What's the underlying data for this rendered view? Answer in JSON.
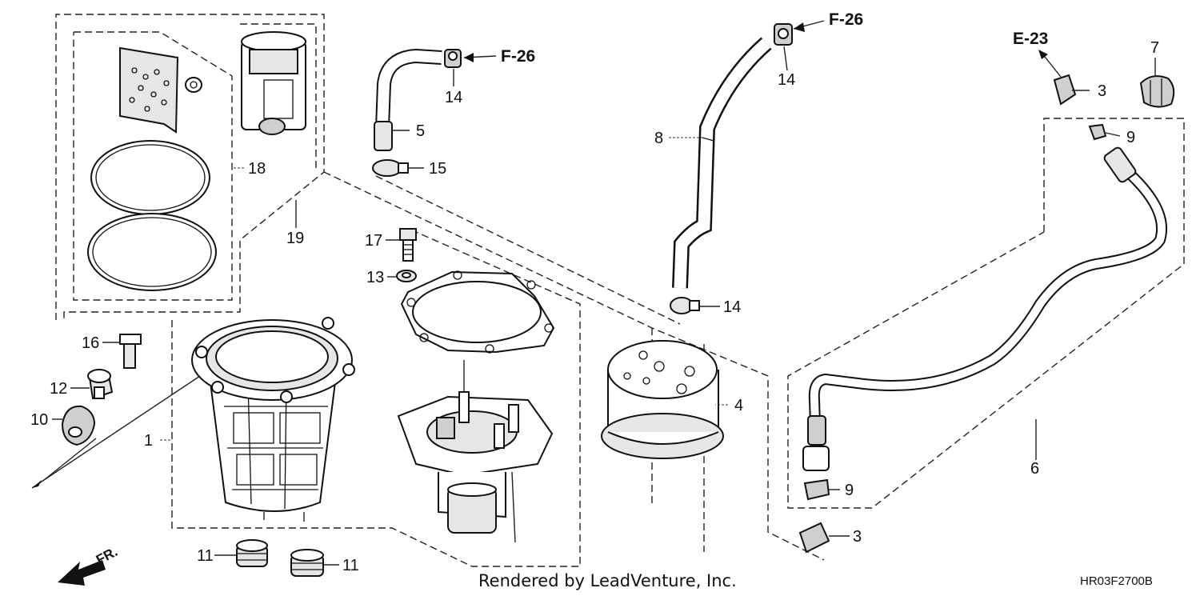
{
  "diagram": {
    "callouts": [
      {
        "id": "c1",
        "text": "1"
      },
      {
        "id": "c3a",
        "text": "3"
      },
      {
        "id": "c3b",
        "text": "3"
      },
      {
        "id": "c4",
        "text": "4"
      },
      {
        "id": "c5",
        "text": "5"
      },
      {
        "id": "c6",
        "text": "6"
      },
      {
        "id": "c7",
        "text": "7"
      },
      {
        "id": "c8",
        "text": "8"
      },
      {
        "id": "c9a",
        "text": "9"
      },
      {
        "id": "c9b",
        "text": "9"
      },
      {
        "id": "c10",
        "text": "10"
      },
      {
        "id": "c11a",
        "text": "11"
      },
      {
        "id": "c11b",
        "text": "11"
      },
      {
        "id": "c12",
        "text": "12"
      },
      {
        "id": "c13",
        "text": "13"
      },
      {
        "id": "c14a",
        "text": "14"
      },
      {
        "id": "c14b",
        "text": "14"
      },
      {
        "id": "c14c",
        "text": "14"
      },
      {
        "id": "c15",
        "text": "15"
      },
      {
        "id": "c16",
        "text": "16"
      },
      {
        "id": "c17",
        "text": "17"
      },
      {
        "id": "c18",
        "text": "18"
      },
      {
        "id": "c19",
        "text": "19"
      }
    ],
    "references": [
      {
        "id": "f26a",
        "text": "F-26"
      },
      {
        "id": "f26b",
        "text": "F-26"
      },
      {
        "id": "e23",
        "text": "E-23"
      }
    ],
    "front_marker": "FR.",
    "watermark": "Rendered by LeadVenture, Inc.",
    "drawing_code": "HR03F2700B"
  }
}
